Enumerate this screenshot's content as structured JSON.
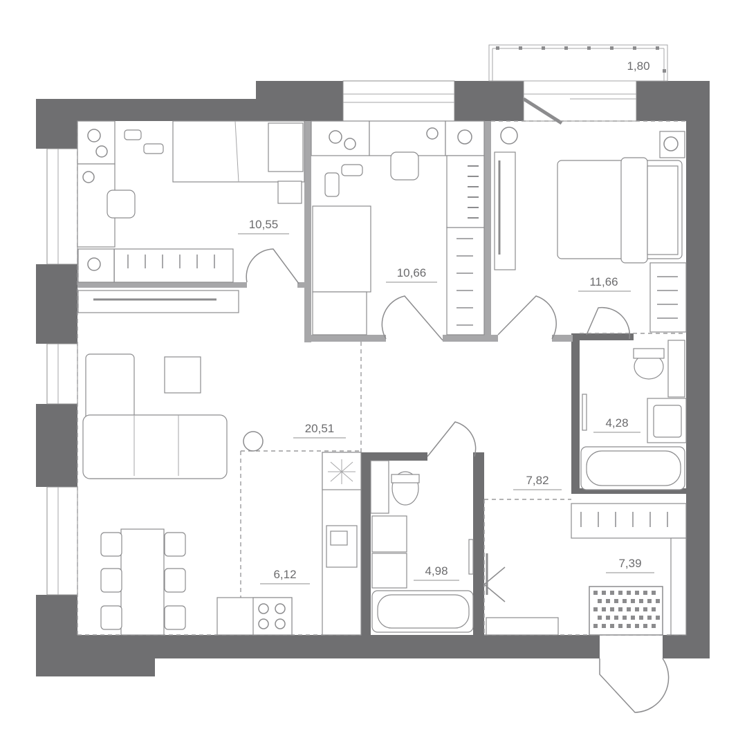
{
  "rooms": [
    {
      "id": "bedroom-left",
      "area": "10,55"
    },
    {
      "id": "bedroom-middle",
      "area": "10,66"
    },
    {
      "id": "bedroom-right",
      "area": "11,66"
    },
    {
      "id": "living-room",
      "area": "20,51"
    },
    {
      "id": "bathroom-right",
      "area": "4,28"
    },
    {
      "id": "hallway",
      "area": "7,82"
    },
    {
      "id": "kitchen",
      "area": "6,12"
    },
    {
      "id": "bathroom-center",
      "area": "4,98"
    },
    {
      "id": "entrance-hall",
      "area": "7,39"
    },
    {
      "id": "balcony",
      "area": "1,80"
    }
  ],
  "colors": {
    "wall": "#6f6f71",
    "partition": "#a7a7a9",
    "furniture": "#8c8c8e",
    "label": "#6b6b6d"
  }
}
